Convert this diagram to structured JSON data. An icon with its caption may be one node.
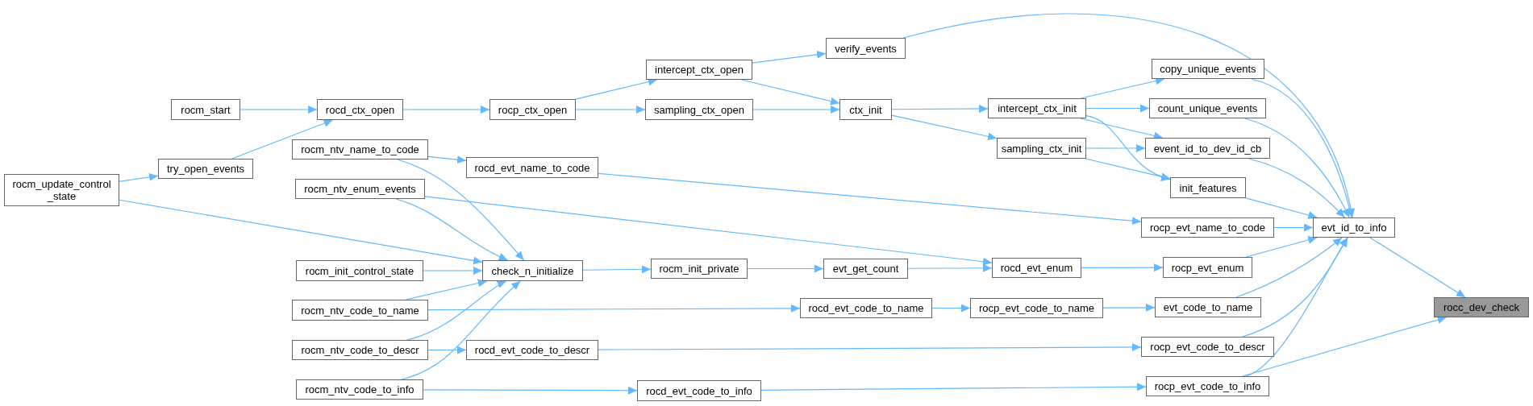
{
  "diagram": {
    "nodes": [
      {
        "text": [
          "rocm_update_control _state"
        ]
      },
      {
        "text": [
          "try_open_events"
        ]
      },
      {
        "text": [
          "rocm_start"
        ]
      },
      {
        "text": [
          "rocd_ctx_open"
        ]
      },
      {
        "text": [
          "rocm_ntv_name_to_code"
        ]
      },
      {
        "text": [
          "rocm_ntv_enum_events"
        ]
      },
      {
        "text": [
          "rocm_init_control_state"
        ]
      },
      {
        "text": [
          "rocm_ntv_code_to_name"
        ]
      },
      {
        "text": [
          "rocm_ntv_code_to_descr"
        ]
      },
      {
        "text": [
          "rocm_ntv_code_to_info"
        ]
      },
      {
        "text": [
          "rocd_evt_name_to_code"
        ]
      },
      {
        "text": [
          "rocd_evt_code_to_descr"
        ]
      },
      {
        "text": [
          "check_n_initialize"
        ]
      },
      {
        "text": [
          "rocp_ctx_open"
        ]
      },
      {
        "text": [
          "intercept_ctx_open"
        ]
      },
      {
        "text": [
          "sampling_ctx_open"
        ]
      },
      {
        "text": [
          "rocm_init_private"
        ]
      },
      {
        "text": [
          "rocd_evt_code_to_info"
        ]
      },
      {
        "text": [
          "verify_events"
        ]
      },
      {
        "text": [
          "ctx_init"
        ]
      },
      {
        "text": [
          "evt_get_count"
        ]
      },
      {
        "text": [
          "rocd_evt_code_to_name"
        ]
      },
      {
        "text": [
          "intercept_ctx_init"
        ]
      },
      {
        "text": [
          "sampling_ctx_init"
        ]
      },
      {
        "text": [
          "rocd_evt_enum"
        ]
      },
      {
        "text": [
          "rocp_evt_code_to_name"
        ]
      },
      {
        "text": [
          "copy_unique_events"
        ]
      },
      {
        "text": [
          "count_unique_events"
        ]
      },
      {
        "text": [
          "event_id_to_dev_id_cb"
        ]
      },
      {
        "text": [
          "init_features"
        ]
      },
      {
        "text": [
          "rocp_evt_name_to_code"
        ]
      },
      {
        "text": [
          "rocp_evt_enum"
        ]
      },
      {
        "text": [
          "evt_code_to_name"
        ]
      },
      {
        "text": [
          "rocp_evt_code_to_descr"
        ]
      },
      {
        "text": [
          "rocp_evt_code_to_info"
        ]
      },
      {
        "text": [
          "evt_id_to_info"
        ]
      },
      {
        "text": [
          "rocc_dev_check"
        ]
      }
    ],
    "edges": [
      {
        "from": 2,
        "to": 3,
        "arrow": "to"
      },
      {
        "from": 1,
        "to": 3,
        "arrow": "to"
      },
      {
        "from": 0,
        "to": 1,
        "arrow": "to"
      },
      {
        "from": 0,
        "to": 12,
        "arrow": "to"
      },
      {
        "from": 3,
        "to": 13,
        "arrow": "to"
      },
      {
        "from": 13,
        "to": 14,
        "arrow": "to"
      },
      {
        "from": 13,
        "to": 15,
        "arrow": "to"
      },
      {
        "from": 14,
        "to": 18,
        "arrow": "to"
      },
      {
        "from": 14,
        "to": 19,
        "arrow": "to"
      },
      {
        "from": 15,
        "to": 19,
        "arrow": "to"
      },
      {
        "from": 19,
        "to": 22,
        "arrow": "to"
      },
      {
        "from": 19,
        "to": 23,
        "arrow": "to"
      },
      {
        "from": 22,
        "to": 26,
        "arrow": "to"
      },
      {
        "from": 22,
        "to": 27,
        "arrow": "to"
      },
      {
        "from": 22,
        "to": 28,
        "arrow": "to"
      },
      {
        "from": 22,
        "to": 29,
        "arrow": "to"
      },
      {
        "from": 23,
        "to": 28,
        "arrow": "to"
      },
      {
        "from": 23,
        "to": 29,
        "arrow": "to"
      },
      {
        "from": 18,
        "to": 35,
        "arrow": "to"
      },
      {
        "from": 26,
        "to": 35,
        "arrow": "to"
      },
      {
        "from": 27,
        "to": 35,
        "arrow": "to"
      },
      {
        "from": 28,
        "to": 35,
        "arrow": "to"
      },
      {
        "from": 29,
        "to": 35,
        "arrow": "to"
      },
      {
        "from": 30,
        "to": 35,
        "arrow": "to"
      },
      {
        "from": 31,
        "to": 35,
        "arrow": "to"
      },
      {
        "from": 32,
        "to": 35,
        "arrow": "to"
      },
      {
        "from": 33,
        "to": 35,
        "arrow": "to"
      },
      {
        "from": 34,
        "to": 35,
        "arrow": "to"
      },
      {
        "from": 35,
        "to": 36,
        "arrow": "to"
      },
      {
        "from": 34,
        "to": 36,
        "arrow": "to"
      },
      {
        "from": 4,
        "to": 10,
        "arrow": "to"
      },
      {
        "from": 4,
        "to": 12,
        "arrow": "to"
      },
      {
        "from": 5,
        "to": 12,
        "arrow": "to"
      },
      {
        "from": 5,
        "to": 24,
        "arrow": "to"
      },
      {
        "from": 10,
        "to": 30,
        "arrow": "to"
      },
      {
        "from": 6,
        "to": 12,
        "arrow": "to"
      },
      {
        "from": 7,
        "to": 12,
        "arrow": "to"
      },
      {
        "from": 7,
        "to": 21,
        "arrow": "to"
      },
      {
        "from": 8,
        "to": 12,
        "arrow": "to"
      },
      {
        "from": 8,
        "to": 11,
        "arrow": "to"
      },
      {
        "from": 9,
        "to": 12,
        "arrow": "to"
      },
      {
        "from": 9,
        "to": 17,
        "arrow": "to"
      },
      {
        "from": 12,
        "to": 16,
        "arrow": "to"
      },
      {
        "from": 16,
        "to": 20,
        "arrow": "to"
      },
      {
        "from": 20,
        "to": 24,
        "arrow": "to"
      },
      {
        "from": 24,
        "to": 31,
        "arrow": "to"
      },
      {
        "from": 21,
        "to": 25,
        "arrow": "to"
      },
      {
        "from": 25,
        "to": 32,
        "arrow": "to"
      },
      {
        "from": 11,
        "to": 33,
        "arrow": "to"
      },
      {
        "from": 17,
        "to": 34,
        "arrow": "to"
      }
    ]
  }
}
